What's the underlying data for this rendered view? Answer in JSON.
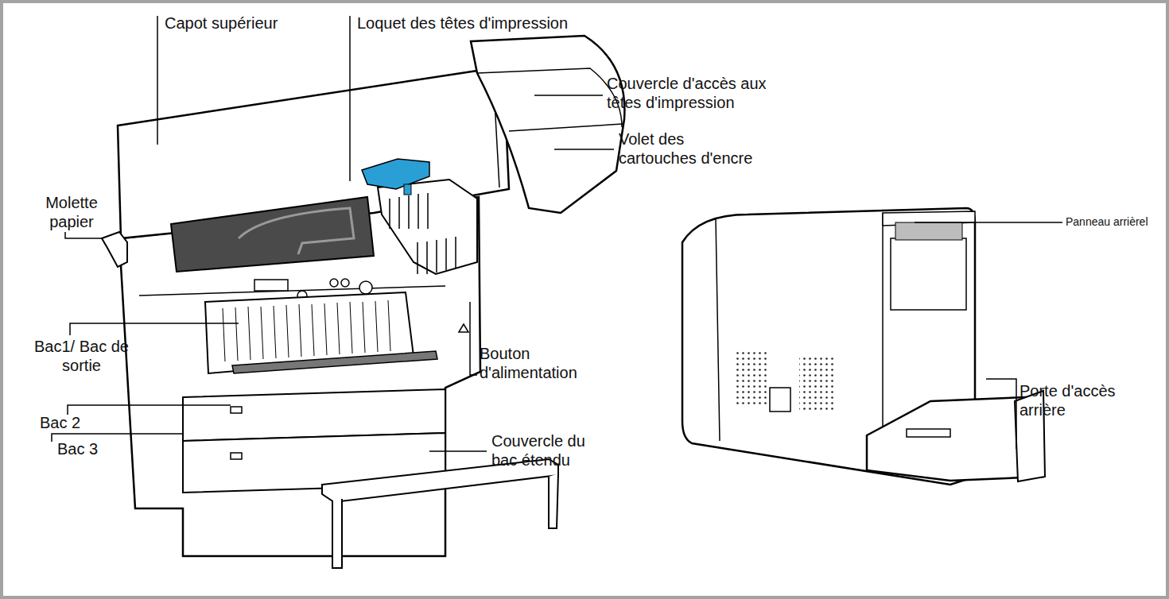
{
  "diagram": {
    "labels": [
      "Capot supérieur",
      "Loquet des têtes d'impression",
      "Couvercle d'accès aux têtes d'impression",
      "Volet des cartouches d'encre",
      "Molette papier",
      "Panneau arrièrel",
      "Bac1/ Bac de sortie",
      "Bouton d'alimentation",
      "Porte d'accès arrière",
      "Bac 2",
      "Couvercle du bac étendu",
      "Bac 3"
    ]
  }
}
